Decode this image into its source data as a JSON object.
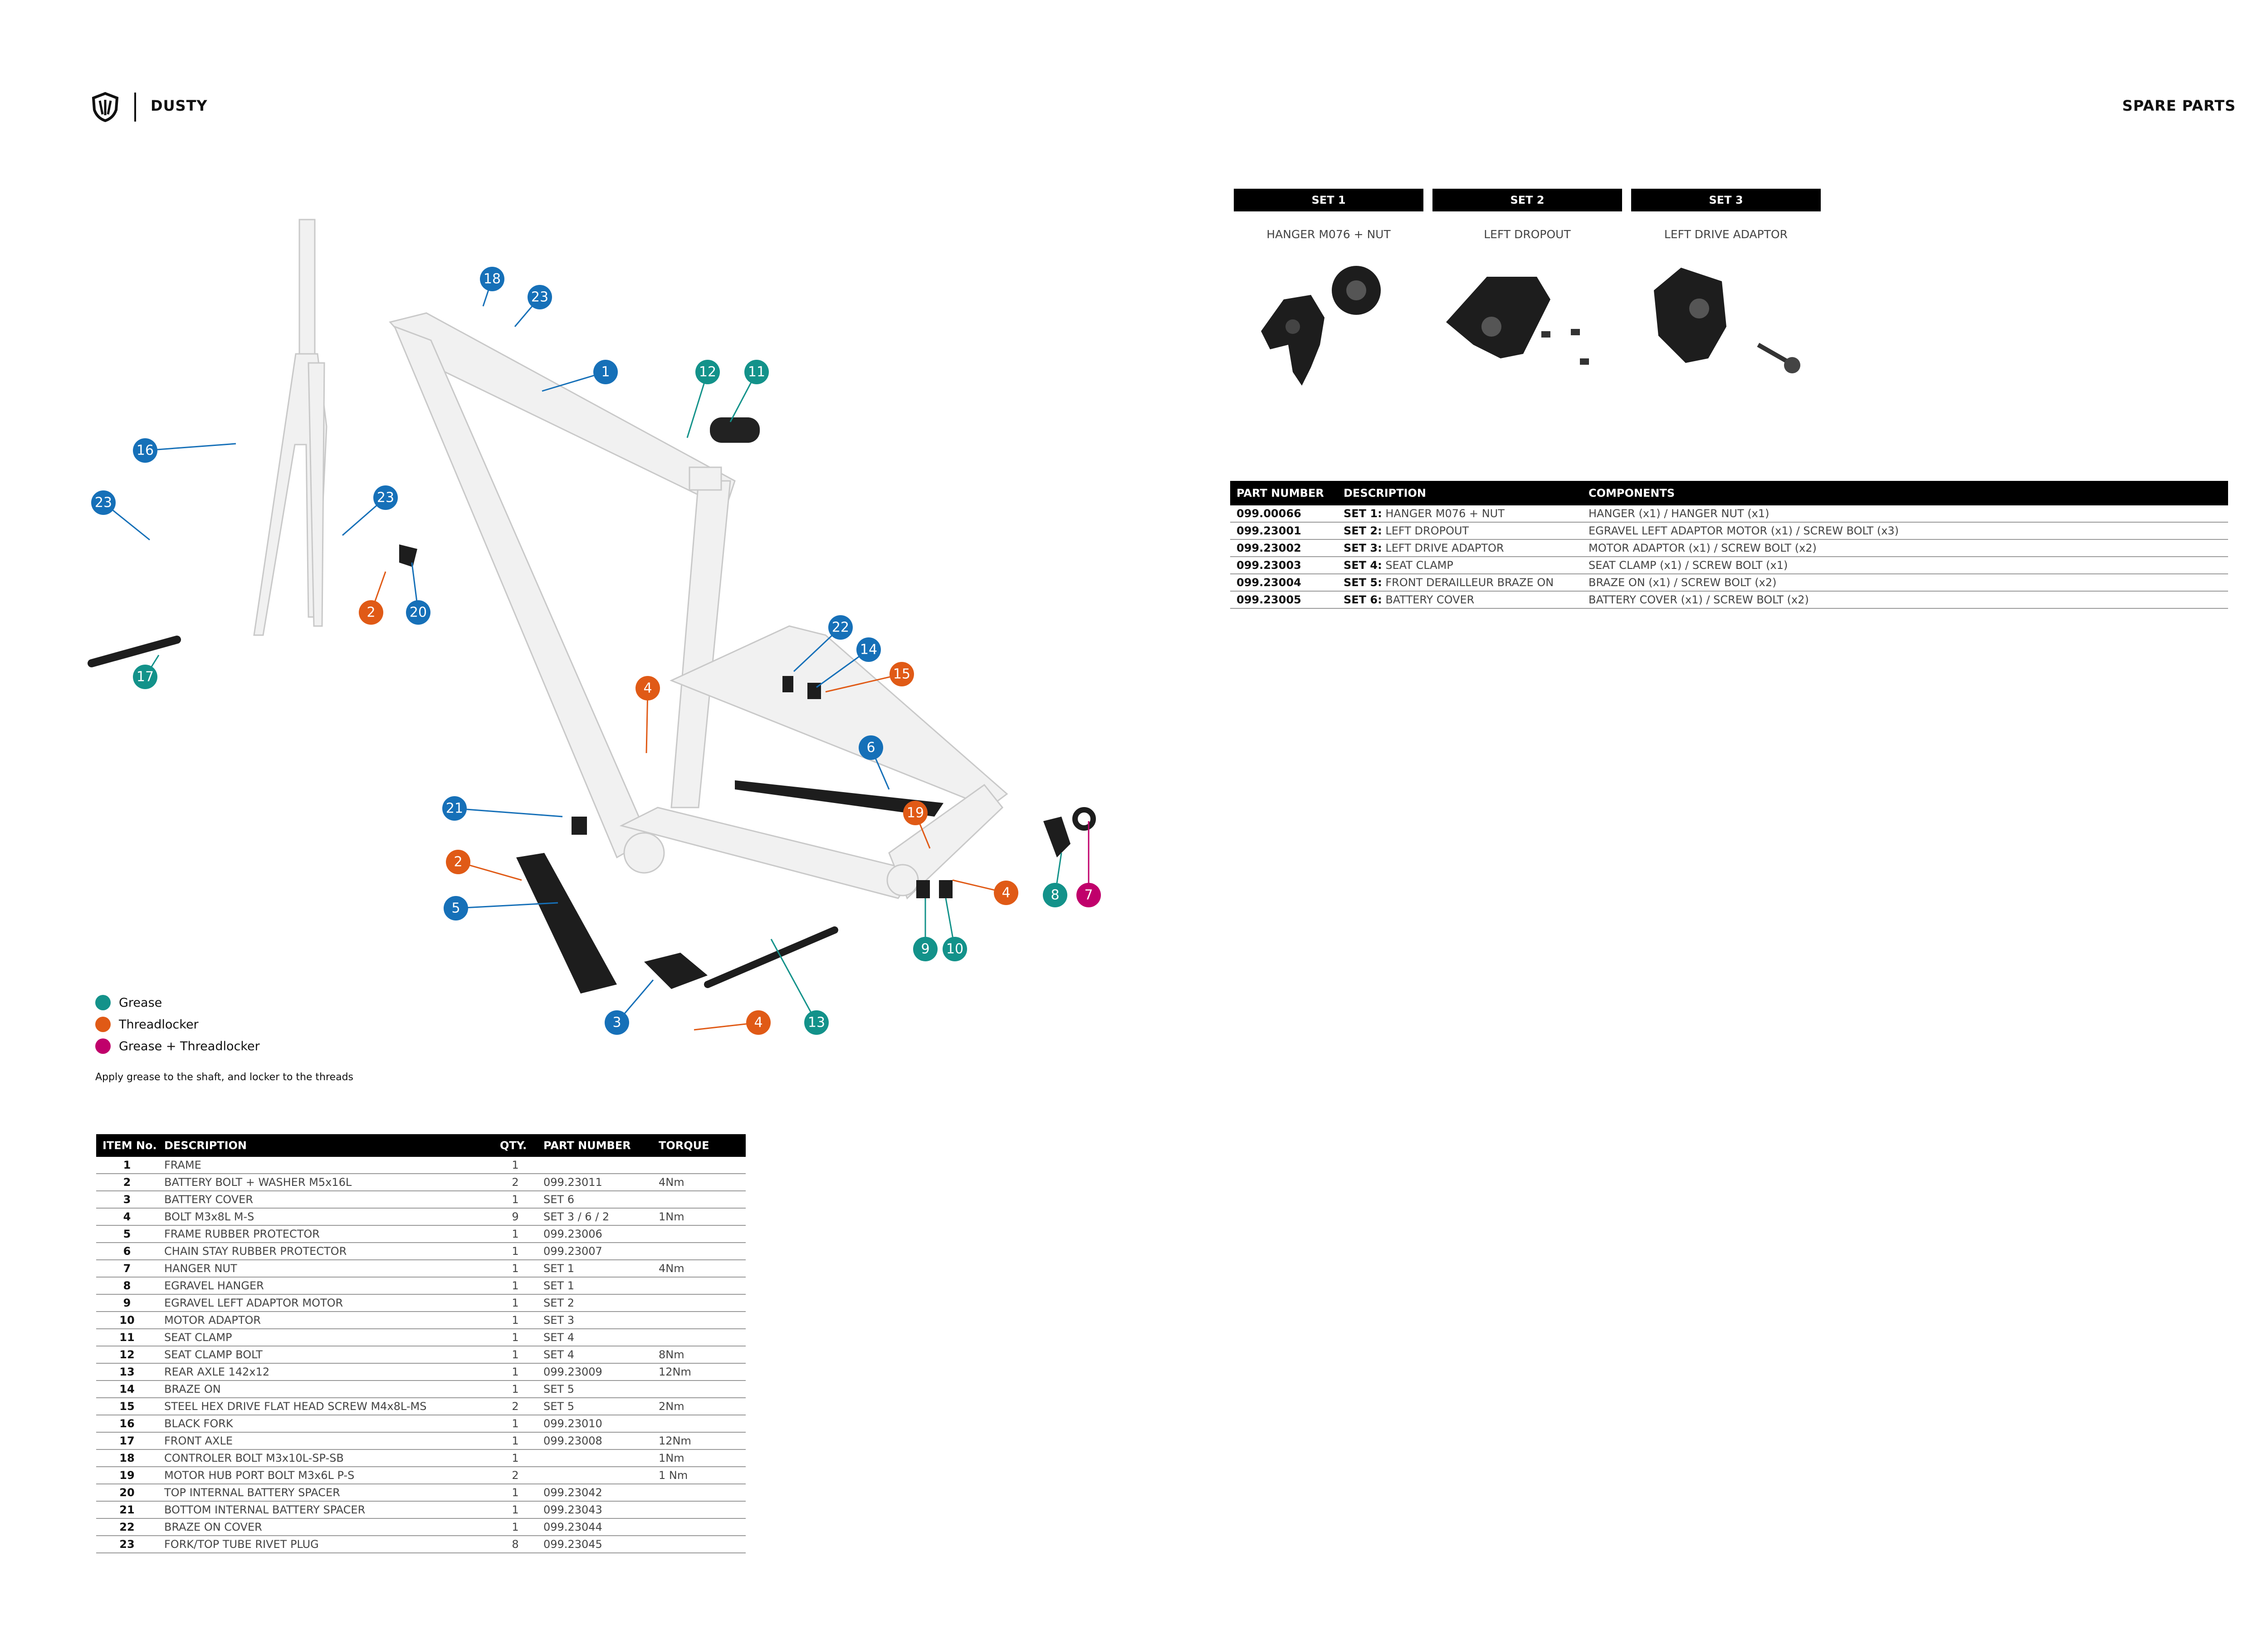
{
  "header": {
    "brand": "DUSTY",
    "section": "SPARE PARTS",
    "logo_icon": "shield-logo-icon"
  },
  "colors": {
    "grease": "#13928a",
    "threadlocker": "#e05a16",
    "grease_threadlocker": "#c0006b",
    "part_badge": "#1670b8",
    "table_header": "#000000"
  },
  "diagram": {
    "callouts": [
      {
        "label": "18",
        "type": "part"
      },
      {
        "label": "23",
        "type": "part"
      },
      {
        "label": "1",
        "type": "part"
      },
      {
        "label": "12",
        "type": "grease"
      },
      {
        "label": "11",
        "type": "grease"
      },
      {
        "label": "16",
        "type": "part"
      },
      {
        "label": "23",
        "type": "part"
      },
      {
        "label": "23",
        "type": "part"
      },
      {
        "label": "2",
        "type": "threadlocker"
      },
      {
        "label": "20",
        "type": "part"
      },
      {
        "label": "17",
        "type": "grease"
      },
      {
        "label": "22",
        "type": "part"
      },
      {
        "label": "14",
        "type": "part"
      },
      {
        "label": "15",
        "type": "threadlocker"
      },
      {
        "label": "4",
        "type": "threadlocker"
      },
      {
        "label": "6",
        "type": "part"
      },
      {
        "label": "21",
        "type": "part"
      },
      {
        "label": "19",
        "type": "threadlocker"
      },
      {
        "label": "2",
        "type": "threadlocker"
      },
      {
        "label": "5",
        "type": "part"
      },
      {
        "label": "4",
        "type": "threadlocker"
      },
      {
        "label": "8",
        "type": "grease"
      },
      {
        "label": "7",
        "type": "grease_threadlocker"
      },
      {
        "label": "9",
        "type": "grease"
      },
      {
        "label": "10",
        "type": "grease"
      },
      {
        "label": "3",
        "type": "part"
      },
      {
        "label": "4",
        "type": "threadlocker"
      },
      {
        "label": "13",
        "type": "grease"
      }
    ]
  },
  "legend": {
    "items": [
      {
        "label": "Grease",
        "color": "#13928a"
      },
      {
        "label": "Threadlocker",
        "color": "#e05a16"
      },
      {
        "label": "Grease + Threadlocker",
        "color": "#c0006b"
      }
    ],
    "note": "Apply grease to the shaft, and locker to the threads"
  },
  "parts_table": {
    "headers": [
      "ITEM No.",
      "DESCRIPTION",
      "QTY.",
      "PART NUMBER",
      "TORQUE"
    ],
    "rows": [
      [
        "1",
        "FRAME",
        "1",
        "",
        ""
      ],
      [
        "2",
        "BATTERY BOLT + WASHER M5x16L",
        "2",
        "099.23011",
        "4Nm"
      ],
      [
        "3",
        "BATTERY COVER",
        "1",
        "SET 6",
        ""
      ],
      [
        "4",
        "BOLT M3x8L M-S",
        "9",
        "SET 3 / 6 / 2",
        "1Nm"
      ],
      [
        "5",
        "FRAME RUBBER PROTECTOR",
        "1",
        "099.23006",
        ""
      ],
      [
        "6",
        "CHAIN STAY RUBBER PROTECTOR",
        "1",
        "099.23007",
        ""
      ],
      [
        "7",
        "HANGER NUT",
        "1",
        "SET 1",
        "4Nm"
      ],
      [
        "8",
        "EGRAVEL HANGER",
        "1",
        "SET 1",
        ""
      ],
      [
        "9",
        "EGRAVEL LEFT ADAPTOR MOTOR",
        "1",
        "SET 2",
        ""
      ],
      [
        "10",
        "MOTOR ADAPTOR",
        "1",
        "SET 3",
        ""
      ],
      [
        "11",
        "SEAT CLAMP",
        "1",
        "SET 4",
        ""
      ],
      [
        "12",
        "SEAT CLAMP BOLT",
        "1",
        "SET 4",
        "8Nm"
      ],
      [
        "13",
        "REAR AXLE 142x12",
        "1",
        "099.23009",
        "12Nm"
      ],
      [
        "14",
        "BRAZE ON",
        "1",
        "SET 5",
        ""
      ],
      [
        "15",
        "STEEL HEX DRIVE FLAT HEAD SCREW M4x8L-MS",
        "2",
        "SET 5",
        "2Nm"
      ],
      [
        "16",
        "BLACK FORK",
        "1",
        "099.23010",
        ""
      ],
      [
        "17",
        "FRONT AXLE",
        "1",
        "099.23008",
        "12Nm"
      ],
      [
        "18",
        "CONTROLER BOLT M3x10L-SP-SB",
        "1",
        "",
        "1Nm"
      ],
      [
        "19",
        "MOTOR HUB PORT BOLT M3x6L P-S",
        "2",
        "",
        "1 Nm"
      ],
      [
        "20",
        "TOP INTERNAL BATTERY SPACER",
        "1",
        "099.23042",
        ""
      ],
      [
        "21",
        "BOTTOM INTERNAL BATTERY SPACER",
        "1",
        "099.23043",
        ""
      ],
      [
        "22",
        "BRAZE ON COVER",
        "1",
        "099.23044",
        ""
      ],
      [
        "23",
        "FORK/TOP TUBE RIVET PLUG",
        "8",
        "099.23045",
        ""
      ]
    ]
  },
  "sets": [
    {
      "heading": "SET 1",
      "name": "HANGER M076 + NUT",
      "icon": "hanger-and-nut-icon"
    },
    {
      "heading": "SET 2",
      "name": "LEFT DROPOUT",
      "icon": "left-dropout-icon"
    },
    {
      "heading": "SET 3",
      "name": "LEFT DRIVE ADAPTOR",
      "icon": "left-drive-adaptor-icon"
    }
  ],
  "spare_table": {
    "headers": [
      "PART NUMBER",
      "DESCRIPTION",
      "COMPONENTS"
    ],
    "rows": [
      {
        "part_number": "099.00066",
        "set": "SET 1:",
        "description": "HANGER M076 + NUT",
        "components": "HANGER (x1) / HANGER NUT (x1)"
      },
      {
        "part_number": "099.23001",
        "set": "SET 2:",
        "description": "LEFT DROPOUT",
        "components": "EGRAVEL LEFT ADAPTOR MOTOR  (x1) / SCREW BOLT (x3)"
      },
      {
        "part_number": "099.23002",
        "set": "SET 3:",
        "description": "LEFT DRIVE ADAPTOR",
        "components": "MOTOR ADAPTOR (x1) / SCREW BOLT (x2)"
      },
      {
        "part_number": "099.23003",
        "set": "SET 4:",
        "description": "SEAT CLAMP",
        "components": "SEAT CLAMP (x1) / SCREW BOLT (x1)"
      },
      {
        "part_number": "099.23004",
        "set": "SET 5:",
        "description": "FRONT DERAILLEUR BRAZE ON",
        "components": "BRAZE ON (x1) / SCREW BOLT (x2)"
      },
      {
        "part_number": "099.23005",
        "set": "SET 6:",
        "description": "BATTERY COVER",
        "components": "BATTERY COVER (x1) / SCREW BOLT (x2)"
      }
    ]
  }
}
